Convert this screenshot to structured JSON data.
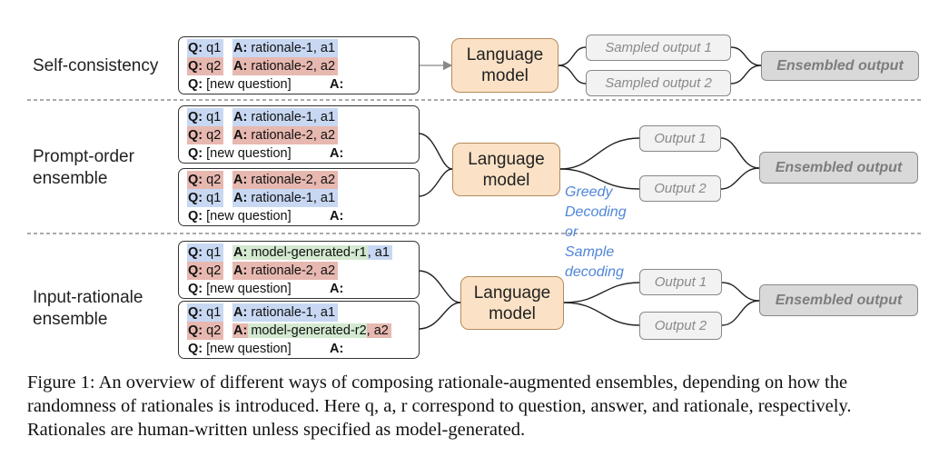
{
  "rows": {
    "self_consistency": "Self-consistency",
    "prompt_order": [
      "Prompt-order",
      "ensemble"
    ],
    "input_rationale": [
      "Input-rationale",
      "ensemble"
    ]
  },
  "prompt_text": {
    "q": "Q:",
    "a": "A:",
    "new_question": "[new question]"
  },
  "prompts": {
    "sc": [
      {
        "q": "q1",
        "a": "rationale-1, a1"
      },
      {
        "q": "q2",
        "a": "rationale-2, a2"
      }
    ],
    "po1": [
      {
        "q": "q1",
        "a": "rationale-1, a1"
      },
      {
        "q": "q2",
        "a": "rationale-2, a2"
      }
    ],
    "po2": [
      {
        "q": "q2",
        "a": "rationale-2, a2"
      },
      {
        "q": "q1",
        "a": "rationale-1, a1"
      }
    ],
    "ir1": [
      {
        "q": "q1",
        "a_gen": "model-generated-r1",
        "a_tail": ", a1"
      },
      {
        "q": "q2",
        "a": "rationale-2, a2"
      }
    ],
    "ir2": [
      {
        "q": "q1",
        "a": "rationale-1, a1"
      },
      {
        "q": "q2",
        "a_gen": "model-generated-r2",
        "a_tail": ", a2"
      }
    ]
  },
  "language_model": [
    "Language",
    "model"
  ],
  "outputs": {
    "sampled_1": "Sampled output 1",
    "sampled_2": "Sampled output 2",
    "output_1": "Output 1",
    "output_2": "Output 2",
    "ensembled": "Ensembled output"
  },
  "decoding_note": [
    "Greedy",
    "Decoding",
    "or",
    "Sample",
    "decoding"
  ],
  "caption": "Figure 1: An overview of different ways of composing rationale-augmented ensembles, depending on how the randomness of rationales is introduced. Here q, a, r correspond to question, answer, and rationale, respectively. Rationales are human-written unless specified as model-generated.",
  "colors": {
    "rationale_1": "#c8d8f3",
    "rationale_2": "#e7b8b0",
    "model_generated": "#d3e9d0",
    "language_model_fill": "#fbe2c6",
    "decoding_note": "#4f86d9"
  }
}
